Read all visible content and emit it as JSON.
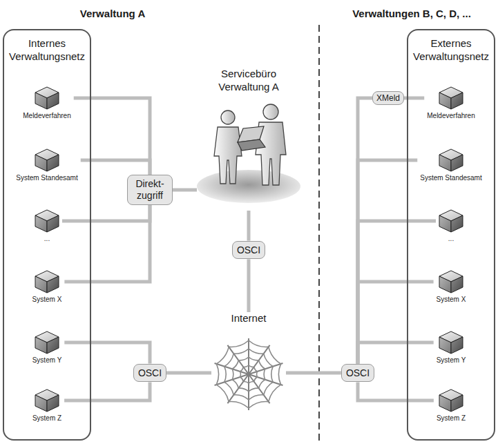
{
  "diagram": {
    "nodes": [
      {
        "text": [
          "Internes Verwaltungsnetz"
        ]
      },
      {
        "text": [
          "Meldeverfahren"
        ],
        "in": 0
      },
      {
        "text": [
          "System Standesamt"
        ],
        "in": 0
      },
      {
        "text": [
          "..."
        ],
        "in": 0
      },
      {
        "text": [
          "System X"
        ],
        "in": 0
      },
      {
        "text": [
          "System Y"
        ],
        "in": 0
      },
      {
        "text": [
          "System Z"
        ],
        "in": 0
      },
      {
        "text": [
          "Servicebüro Verwaltung A"
        ]
      },
      {
        "text": [
          "Direkt- zugriff"
        ]
      },
      {
        "text": [
          "OSCI"
        ]
      },
      {
        "text": [
          "OSCI"
        ]
      },
      {
        "text": [
          "Internet"
        ]
      },
      {
        "text": [
          "OSCI"
        ]
      },
      {
        "text": [
          "Externes Verwaltungsnetz"
        ]
      },
      {
        "text": [
          "XMeld"
        ]
      },
      {
        "text": [
          "Meldeverfahren"
        ],
        "in": 13
      },
      {
        "text": [
          "System Standesamt"
        ],
        "in": 13
      },
      {
        "text": [
          "..."
        ],
        "in": 13
      },
      {
        "text": [
          "System X"
        ],
        "in": 13
      },
      {
        "text": [
          "System Y"
        ],
        "in": 13
      },
      {
        "text": [
          "System Z"
        ],
        "in": 13
      }
    ],
    "edges": [
      {
        "from": 1,
        "to": 8,
        "arrow": "none"
      },
      {
        "from": 2,
        "to": 8,
        "arrow": "none"
      },
      {
        "from": 3,
        "to": 8,
        "arrow": "none"
      },
      {
        "from": 4,
        "to": 8,
        "arrow": "none"
      },
      {
        "from": 8,
        "to": 7,
        "arrow": "none"
      },
      {
        "from": 7,
        "to": 9,
        "arrow": "none"
      },
      {
        "from": 9,
        "to": 11,
        "arrow": "none"
      },
      {
        "from": 5,
        "to": 10,
        "arrow": "none"
      },
      {
        "from": 6,
        "to": 10,
        "arrow": "none"
      },
      {
        "from": 10,
        "to": 11,
        "arrow": "none"
      },
      {
        "from": 11,
        "to": 12,
        "arrow": "none"
      },
      {
        "from": 12,
        "to": 14,
        "arrow": "none"
      },
      {
        "from": 14,
        "to": 15,
        "arrow": "none"
      },
      {
        "from": 12,
        "to": 16,
        "arrow": "none"
      },
      {
        "from": 12,
        "to": 17,
        "arrow": "none"
      },
      {
        "from": 12,
        "to": 18,
        "arrow": "none"
      },
      {
        "from": 12,
        "to": 19,
        "arrow": "none"
      },
      {
        "from": 12,
        "to": 20,
        "arrow": "none"
      }
    ],
    "labels": [
      "Verwaltung A",
      "Verwaltungen B, C, D, ..."
    ]
  }
}
